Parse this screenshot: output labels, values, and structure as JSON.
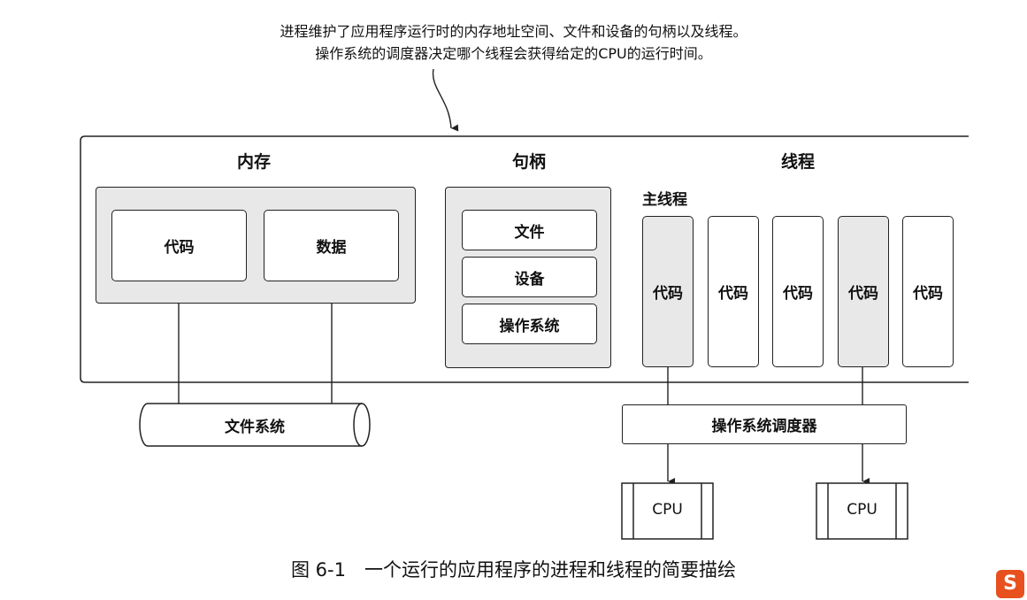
{
  "annotation": {
    "line1": "进程维护了应用程序运行时的内存地址空间、文件和设备的句柄以及线程。",
    "line2": "操作系统的调度器决定哪个线程会获得给定的CPU的运行时间。"
  },
  "memory": {
    "title": "内存",
    "code": "代码",
    "data": "数据"
  },
  "handles": {
    "title": "句柄",
    "items": [
      "文件",
      "设备",
      "操作系统"
    ]
  },
  "threads": {
    "title": "线程",
    "main_label": "主线程",
    "items": [
      "代码",
      "代码",
      "代码",
      "代码",
      "代码"
    ]
  },
  "filesystem": "文件系统",
  "scheduler": "操作系统调度器",
  "cpus": [
    "CPU",
    "CPU"
  ],
  "caption": "图 6-1　一个运行的应用程序的进程和线程的简要描绘",
  "watermark": "S",
  "colors": {
    "gray_fill": "#e8e8e8",
    "stroke": "#222222",
    "watermark": "#e8501e"
  }
}
